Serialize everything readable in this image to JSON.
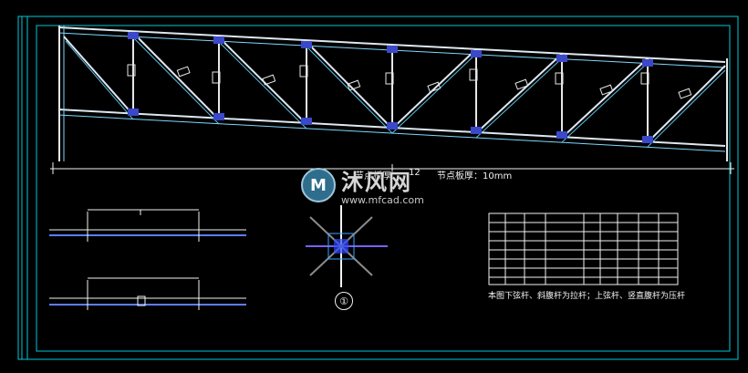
{
  "drawing": {
    "spec_text_left": "节点板厚",
    "spec_text_mid": "12",
    "spec_text_right": "节点板厚：10mm",
    "note": "本图下弦杆、斜腹杆为拉杆；上弦杆、竖直腹杆为压杆",
    "detail_marker": "①",
    "watermark_main": "沐风网",
    "watermark_sub": "www.mfcad.com",
    "watermark_logo": "M"
  }
}
